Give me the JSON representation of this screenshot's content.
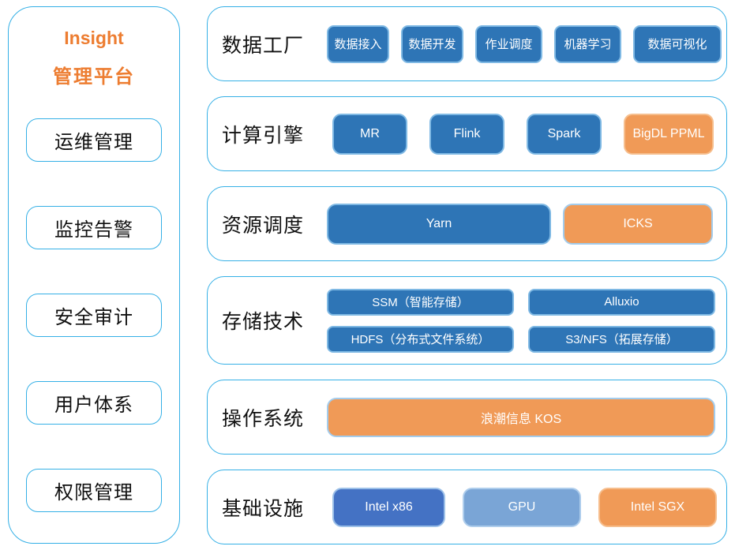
{
  "sidebar": {
    "title_line1": "Insight",
    "title_line2": "管理平台",
    "items": [
      "运维管理",
      "监控告警",
      "安全审计",
      "用户体系",
      "权限管理"
    ]
  },
  "rows": [
    {
      "label": "数据工厂",
      "chips": [
        {
          "text": "数据接入",
          "variant": "blue"
        },
        {
          "text": "数据开发",
          "variant": "blue"
        },
        {
          "text": "作业调度",
          "variant": "blue"
        },
        {
          "text": "机器学习",
          "variant": "blue"
        },
        {
          "text": "数据可视化",
          "variant": "blue"
        }
      ]
    },
    {
      "label": "计算引擎",
      "chips": [
        {
          "text": "MR",
          "variant": "blue"
        },
        {
          "text": "Flink",
          "variant": "blue"
        },
        {
          "text": "Spark",
          "variant": "blue"
        },
        {
          "text": "BigDL PPML",
          "variant": "orange"
        }
      ]
    },
    {
      "label": "资源调度",
      "chips": [
        {
          "text": "Yarn",
          "variant": "blue"
        },
        {
          "text": "ICKS",
          "variant": "orange-lb"
        }
      ]
    },
    {
      "label": "存储技术",
      "chips": [
        {
          "text": "SSM（智能存储）",
          "variant": "blue"
        },
        {
          "text": "Alluxio",
          "variant": "blue"
        },
        {
          "text": "HDFS（分布式文件系统）",
          "variant": "blue"
        },
        {
          "text": "S3/NFS（拓展存储）",
          "variant": "blue"
        }
      ]
    },
    {
      "label": "操作系统",
      "chips": [
        {
          "text": "浪潮信息 KOS",
          "variant": "orange-lb"
        }
      ]
    },
    {
      "label": "基础设施",
      "chips": [
        {
          "text": "Intel x86",
          "variant": "royal"
        },
        {
          "text": "GPU",
          "variant": "lightblue"
        },
        {
          "text": "Intel SGX",
          "variant": "orange"
        }
      ]
    }
  ],
  "colors": {
    "outline_blue": "#35b0e6",
    "title_orange": "#ED7D31",
    "chip_blue": "#2E75B6",
    "chip_orange": "#F09A57",
    "chip_royal_blue": "#4472C4",
    "chip_light_blue": "#7AA5D6"
  }
}
